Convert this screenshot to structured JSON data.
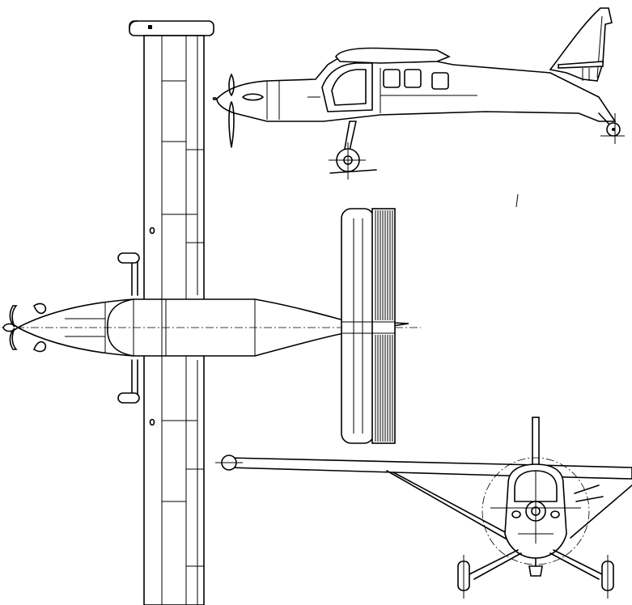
{
  "drawing": {
    "views": [
      "top-view",
      "side-view",
      "front-view"
    ],
    "line_color": "#000000",
    "background_color": "#ffffff"
  }
}
